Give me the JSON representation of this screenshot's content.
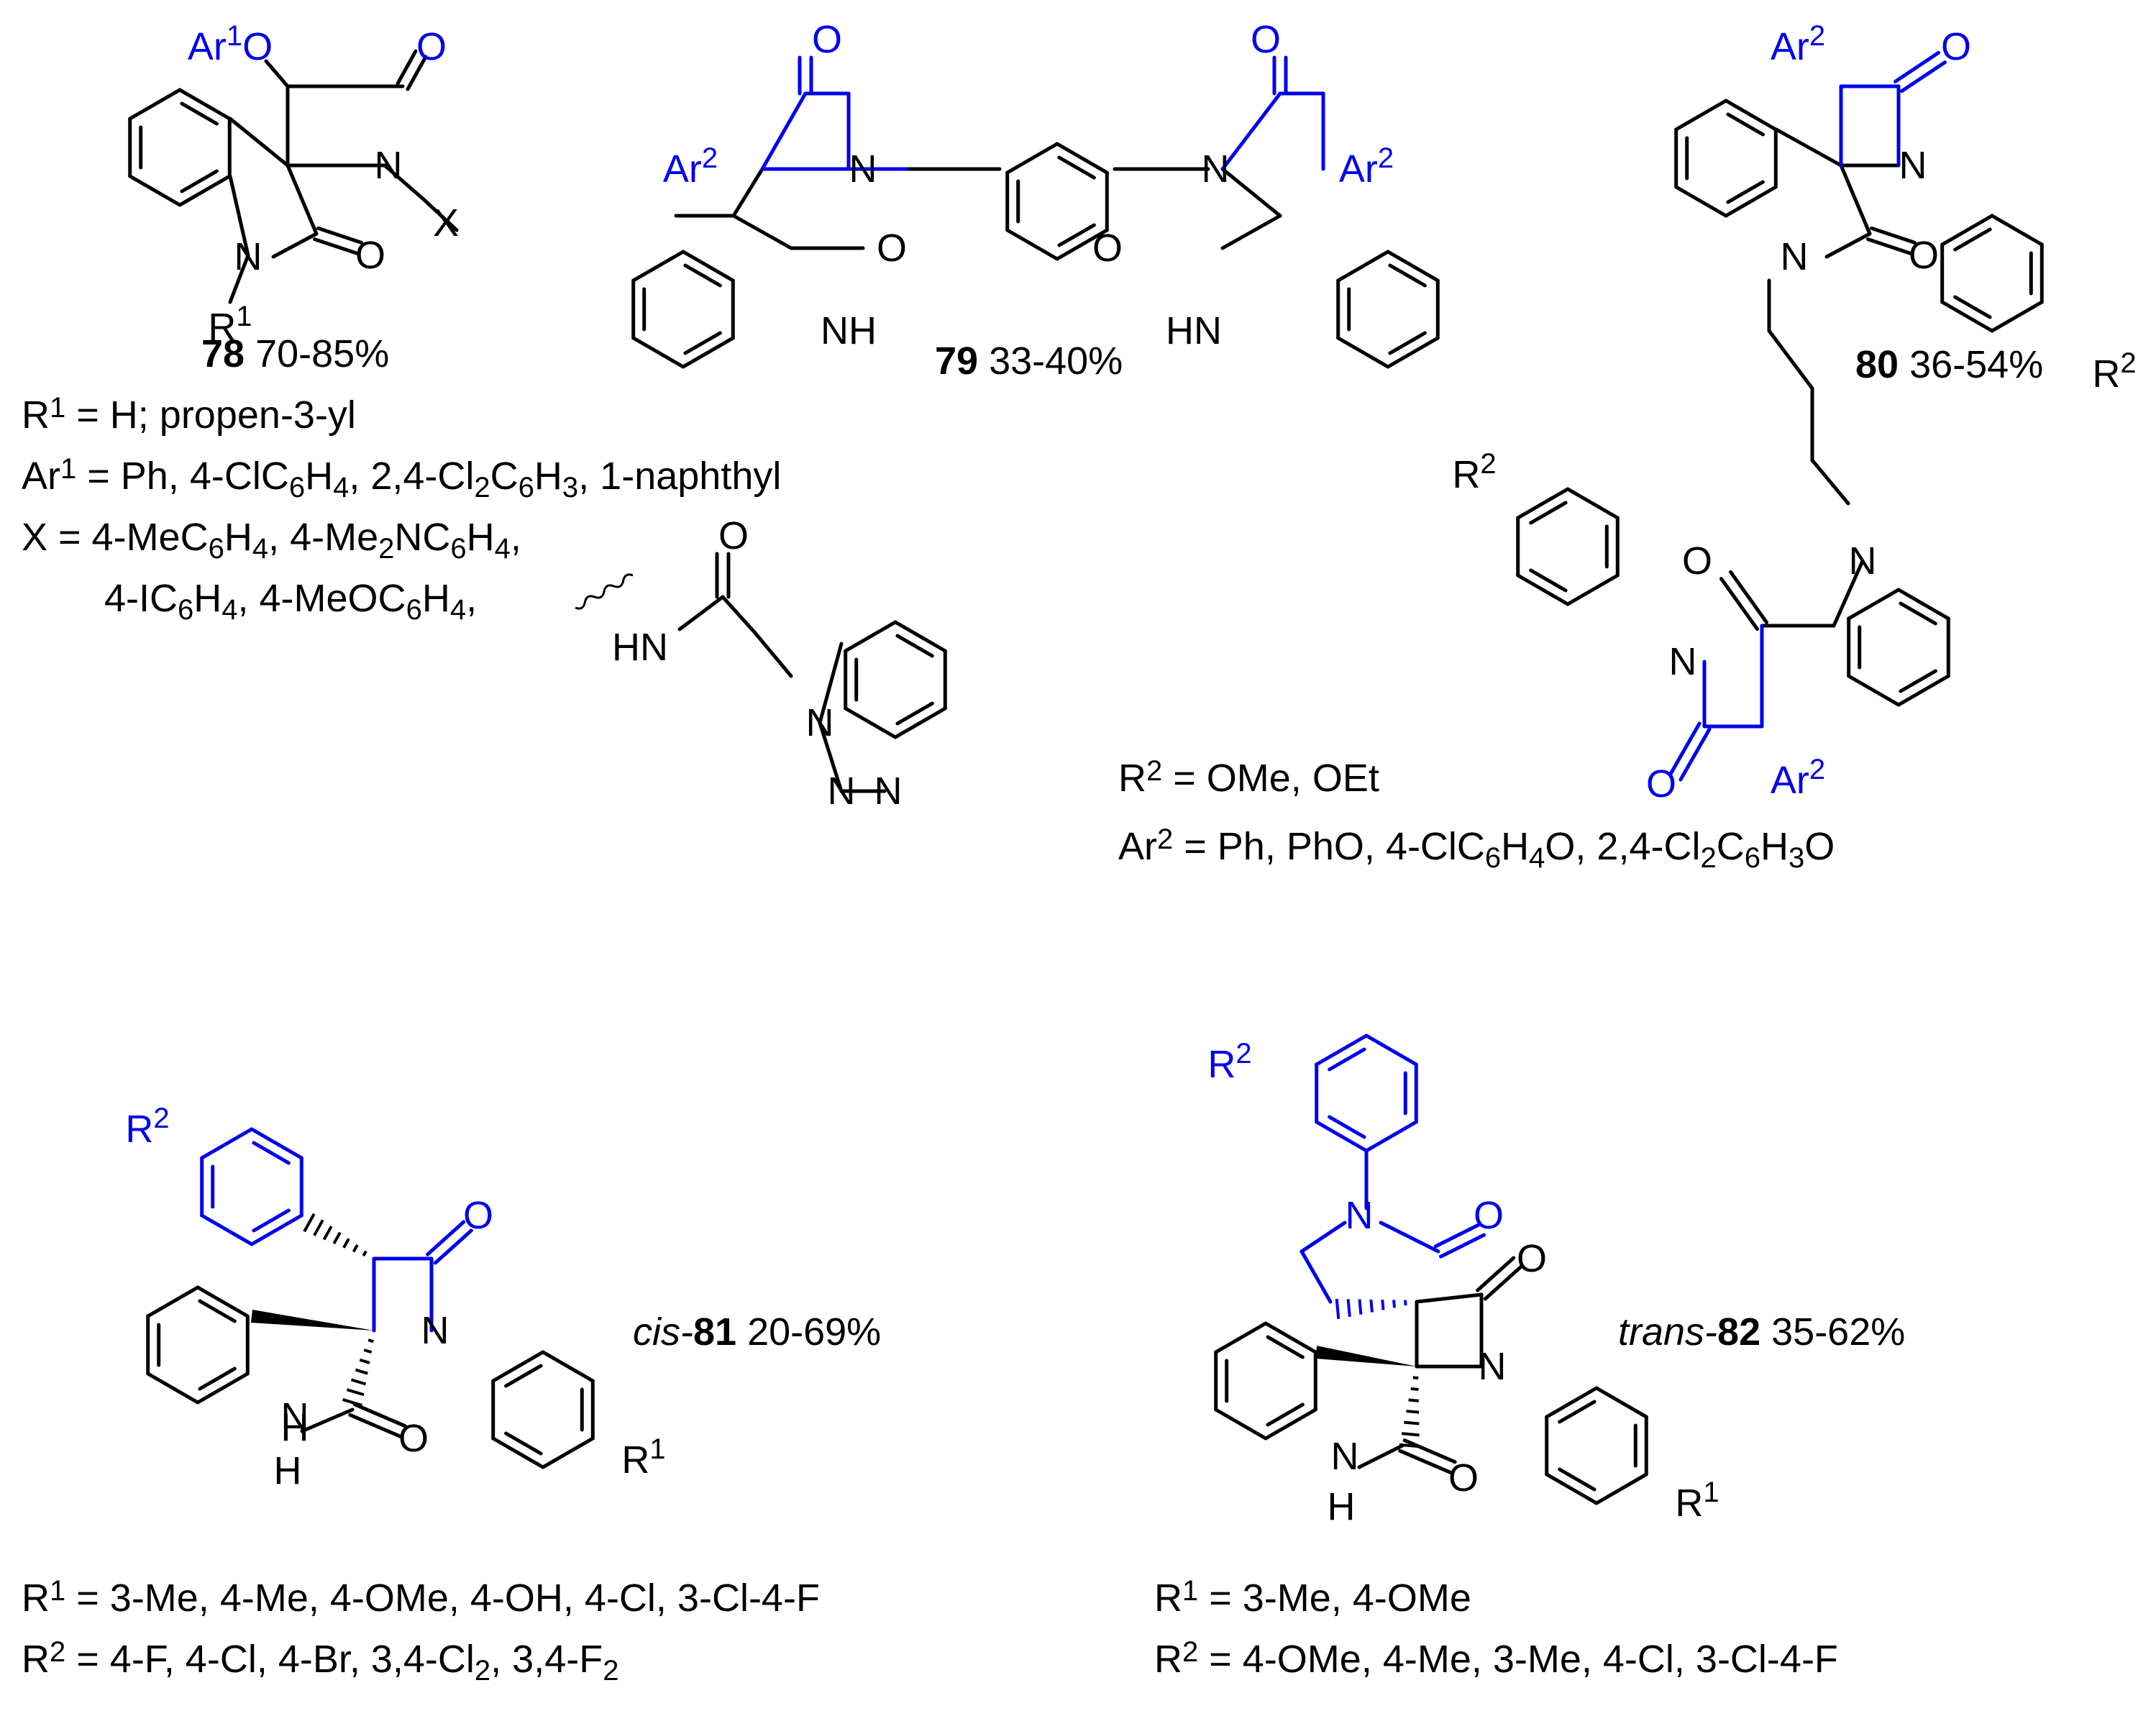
{
  "colors": {
    "skeleton": "#000000",
    "highlight": "#0000ee"
  },
  "compounds": [
    {
      "id": "c78",
      "number": "78",
      "prefix": "",
      "yield": " 70-85%"
    },
    {
      "id": "c79",
      "number": "79",
      "prefix": "",
      "yield": " 33-40%"
    },
    {
      "id": "c80",
      "number": "80",
      "prefix": "",
      "yield": " 36-54%"
    },
    {
      "id": "c81",
      "number": "81",
      "prefix": "cis-",
      "yield": " 20-69%"
    },
    {
      "id": "c82",
      "number": "82",
      "prefix": "trans-",
      "yield": " 35-62%"
    }
  ],
  "definitions": {
    "d78_r1": [
      {
        "t": "R"
      },
      {
        "t": "1",
        "sup": true
      },
      {
        "t": " = H; propen-3-yl"
      }
    ],
    "d78_ar1": [
      {
        "t": "Ar"
      },
      {
        "t": "1",
        "sup": true
      },
      {
        "t": " = Ph, 4-ClC"
      },
      {
        "t": "6",
        "sub": true
      },
      {
        "t": "H"
      },
      {
        "t": "4",
        "sub": true
      },
      {
        "t": ", 2,4-Cl"
      },
      {
        "t": "2",
        "sub": true
      },
      {
        "t": "C"
      },
      {
        "t": "6",
        "sub": true
      },
      {
        "t": "H"
      },
      {
        "t": "3",
        "sub": true
      },
      {
        "t": ", 1-naphthyl"
      }
    ],
    "d78_x1": [
      {
        "t": "X = 4-MeC"
      },
      {
        "t": "6",
        "sub": true
      },
      {
        "t": "H"
      },
      {
        "t": "4",
        "sub": true
      },
      {
        "t": ", 4-Me"
      },
      {
        "t": "2",
        "sub": true
      },
      {
        "t": "NC"
      },
      {
        "t": "6",
        "sub": true
      },
      {
        "t": "H"
      },
      {
        "t": "4",
        "sub": true
      },
      {
        "t": ","
      }
    ],
    "d78_x2": [
      {
        "t": "4-IC"
      },
      {
        "t": "6",
        "sub": true
      },
      {
        "t": "H"
      },
      {
        "t": "4",
        "sub": true
      },
      {
        "t": ", 4-MeOC"
      },
      {
        "t": "6",
        "sub": true
      },
      {
        "t": "H"
      },
      {
        "t": "4",
        "sub": true
      },
      {
        "t": ","
      }
    ],
    "d80_r2": [
      {
        "t": "R"
      },
      {
        "t": "2",
        "sup": true
      },
      {
        "t": " = OMe, OEt"
      }
    ],
    "d80_ar2": [
      {
        "t": "Ar"
      },
      {
        "t": "2",
        "sup": true
      },
      {
        "t": " = Ph, PhO, 4-ClC"
      },
      {
        "t": "6",
        "sub": true
      },
      {
        "t": "H"
      },
      {
        "t": "4",
        "sub": true
      },
      {
        "t": "O, 2,4-Cl"
      },
      {
        "t": "2",
        "sub": true
      },
      {
        "t": "C"
      },
      {
        "t": "6",
        "sub": true
      },
      {
        "t": "H"
      },
      {
        "t": "3",
        "sub": true
      },
      {
        "t": "O"
      }
    ],
    "d81_r1": [
      {
        "t": "R"
      },
      {
        "t": "1",
        "sup": true
      },
      {
        "t": " = 3-Me, 4-Me, 4-OMe, 4-OH, 4-Cl, 3-Cl-4-F"
      }
    ],
    "d81_r2": [
      {
        "t": "R"
      },
      {
        "t": "2",
        "sup": true
      },
      {
        "t": " = 4-F, 4-Cl, 4-Br, 3,4-Cl"
      },
      {
        "t": "2",
        "sub": true
      },
      {
        "t": ", 3,4-F"
      },
      {
        "t": "2",
        "sub": true
      }
    ],
    "d82_r1": [
      {
        "t": "R"
      },
      {
        "t": "1",
        "sup": true
      },
      {
        "t": " = 3-Me, 4-OMe"
      }
    ],
    "d82_r2": [
      {
        "t": "R"
      },
      {
        "t": "2",
        "sup": true
      },
      {
        "t": " = 4-OMe, 4-Me, 3-Me, 4-Cl, 3-Cl-4-F"
      }
    ]
  },
  "atoms": {
    "O": "O",
    "N": "N",
    "X": "X",
    "NH": "NH",
    "HN": "HN",
    "H": "H",
    "Ar1O": [
      {
        "t": "Ar"
      },
      {
        "t": "1",
        "sup": true
      },
      {
        "t": "O"
      }
    ],
    "Ar2": [
      {
        "t": "Ar"
      },
      {
        "t": "2",
        "sup": true
      }
    ],
    "R1": [
      {
        "t": "R"
      },
      {
        "t": "1",
        "sup": true
      }
    ],
    "R2": [
      {
        "t": "R"
      },
      {
        "t": "2",
        "sup": true
      }
    ]
  }
}
